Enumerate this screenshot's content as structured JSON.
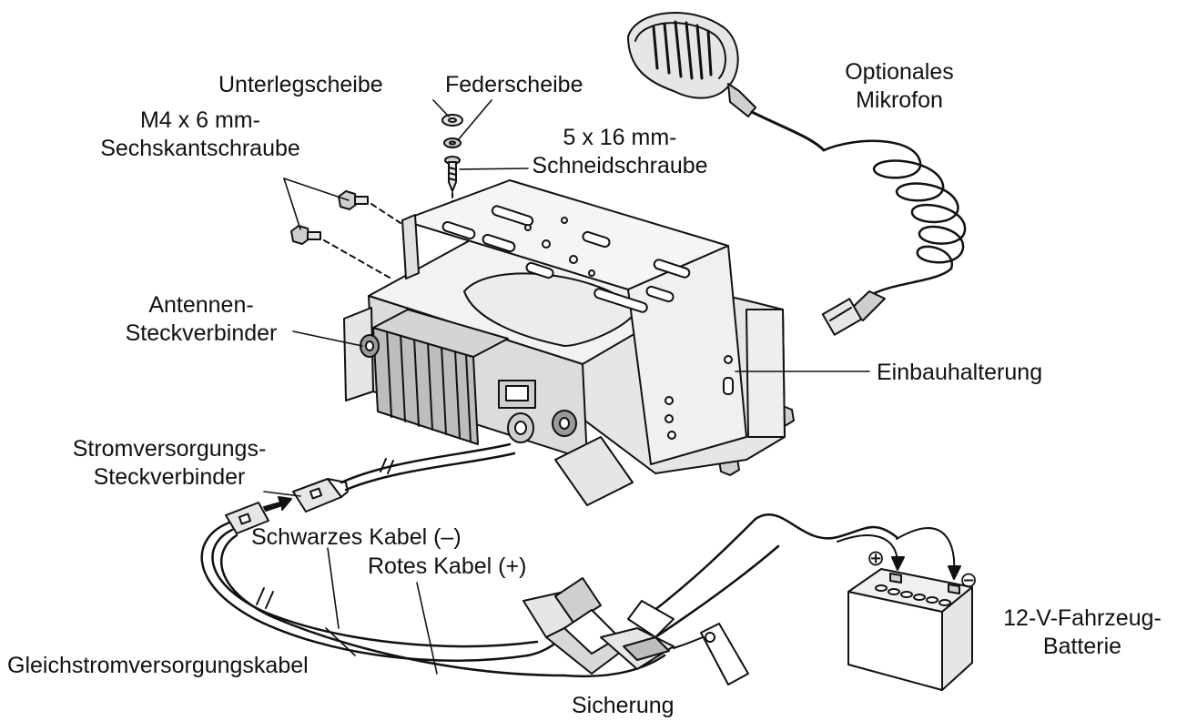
{
  "colors": {
    "background": "#ffffff",
    "ink": "#111111",
    "fill_light": "#e6e6e6",
    "fill_mid": "#cfcfcf",
    "fill_dark": "#9a9a9a"
  },
  "labels": {
    "optional_mic": [
      "Optionales",
      "Mikrofon"
    ],
    "washer": "Unterlegscheibe",
    "spring_washer": "Federscheibe",
    "hex_screw": [
      "M4 x 6 mm-",
      "Sechskantschraube"
    ],
    "tapping_screw": [
      "5 x 16 mm-",
      "Schneidschraube"
    ],
    "antenna_connector": [
      "Antennen-",
      "Steckverbinder"
    ],
    "mounting_bracket": "Einbauhalterung",
    "power_connector": [
      "Stromversorgungs-",
      "Steckverbinder"
    ],
    "black_cable": "Schwarzes Kabel (–)",
    "red_cable": "Rotes Kabel (+)",
    "dc_cable": "Gleichstromversorgungskabel",
    "fuse": "Sicherung",
    "battery": [
      "12-V-Fahrzeug-",
      "Batterie"
    ],
    "battery_plus": "⊕",
    "battery_minus": "⊖"
  }
}
